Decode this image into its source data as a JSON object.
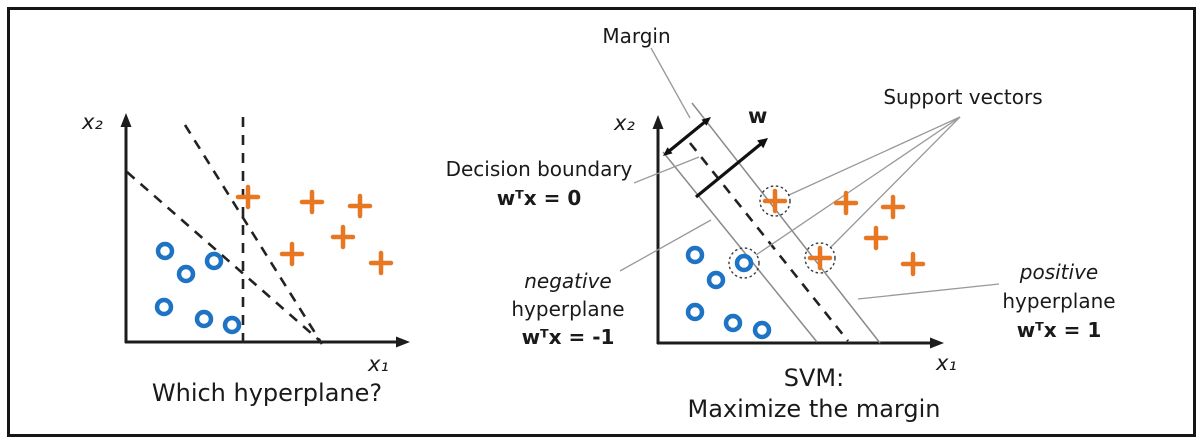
{
  "figure": {
    "colors": {
      "positive_class": "#e87722",
      "negative_class": "#1e73c4",
      "ink": "#1a1a1a",
      "pointer_gray": "#8c8c8c"
    },
    "left_panel": {
      "y_axis_label": "x₂",
      "x_axis_label": "x₁",
      "caption": "Which hyperplane?",
      "points": {
        "negative": [
          [
            165,
            251
          ],
          [
            214,
            261
          ],
          [
            186,
            274
          ],
          [
            164,
            307
          ],
          [
            204,
            319
          ],
          [
            232,
            325
          ]
        ],
        "positive": [
          [
            248,
            197
          ],
          [
            312,
            202
          ],
          [
            360,
            206
          ],
          [
            343,
            237
          ],
          [
            292,
            254
          ],
          [
            381,
            263
          ]
        ]
      }
    },
    "right_panel": {
      "y_axis_label": "x₂",
      "x_axis_label": "x₁",
      "caption_line1": "SVM:",
      "caption_line2": "Maximize the margin",
      "margin_label": "Margin",
      "w_label": "w",
      "support_vectors_label": "Support vectors",
      "decision_boundary": {
        "line1": "Decision boundary",
        "line2": "wᵀx = 0"
      },
      "negative_hyperplane": {
        "line1": "negative",
        "line2": "hyperplane",
        "line3": "wᵀx = -1"
      },
      "positive_hyperplane": {
        "line1": "positive",
        "line2": "hyperplane",
        "line3": "wᵀx = 1"
      },
      "points": {
        "negative": [
          [
            695,
            255
          ],
          [
            716,
            280
          ],
          [
            695,
            312
          ],
          [
            733,
            323
          ],
          [
            762,
            330
          ],
          [
            744,
            263
          ]
        ],
        "positive": [
          [
            846,
            203
          ],
          [
            893,
            207
          ],
          [
            876,
            238
          ],
          [
            913,
            264
          ],
          [
            775,
            201
          ],
          [
            820,
            258
          ]
        ],
        "support_vectors": [
          [
            775,
            201
          ],
          [
            744,
            263
          ],
          [
            820,
            258
          ]
        ]
      }
    }
  }
}
